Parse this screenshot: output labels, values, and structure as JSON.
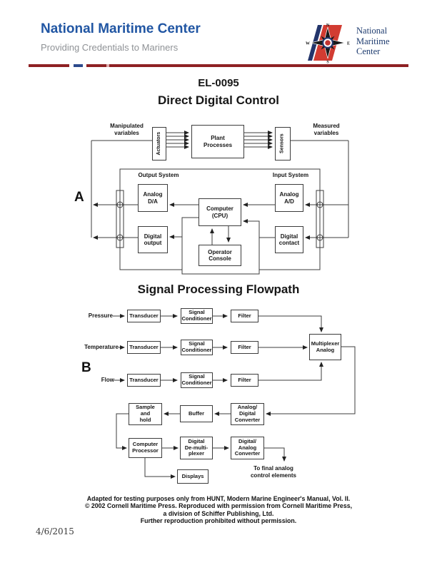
{
  "header": {
    "title": "National Maritime Center",
    "subtitle": "Providing Credentials to Mariners",
    "logo_text": {
      "line1": "National",
      "line2": "Maritime",
      "line3": "Center"
    },
    "compass": {
      "n": "N",
      "s": "S",
      "e": "E",
      "w": "W"
    },
    "colors": {
      "title_blue": "#2156a3",
      "subtitle_gray": "#8f9296",
      "rule_maroon": "#8e2123",
      "rule_blue": "#2c4a8c",
      "logo_red": "#d23c32",
      "logo_navy": "#23356b"
    }
  },
  "document": {
    "code": "EL-0095",
    "section_a_title": "Direct Digital Control",
    "section_b_title": "Signal Processing Flowpath"
  },
  "diagram_a": {
    "label": "A",
    "manipulated_label": "Manipulated\nvariables",
    "measured_label": "Measured\nvariables",
    "actuators": "Actuators",
    "plant": "Plant\nProcesses",
    "sensors": "Sensors",
    "output_system_label": "Output System",
    "input_system_label": "Input System",
    "analog_da": "Analog\nD/A",
    "computer": "Computer\n(CPU)",
    "analog_ad": "Analog\nA/D",
    "digital_output": "Digital\noutput",
    "digital_contact": "Digital\ncontact",
    "operator_console": "Operator\nConsole"
  },
  "diagram_b": {
    "label": "B",
    "rows": [
      {
        "input": "Pressure",
        "transducer": "Transducer",
        "conditioner": "Signal\nConditioner",
        "filter": "Filter"
      },
      {
        "input": "Temperature",
        "transducer": "Transducer",
        "conditioner": "Signal\nConditioner",
        "filter": "Filter"
      },
      {
        "input": "Flow",
        "transducer": "Transducer",
        "conditioner": "Signal\nConditioner",
        "filter": "Filter"
      }
    ],
    "multiplexer": "Multiplexer\nAnalog",
    "sample_hold": "Sample\nand\nhold",
    "buffer": "Buffer",
    "adc": "Analog/\nDigital\nConverter",
    "computer_processor": "Computer\nProcessor",
    "demultiplexer": "Digital\nDe-multi-\nplexer",
    "dac": "Digital/\nAnalog\nConverter",
    "displays": "Displays",
    "final_output_label": "To final analog\ncontrol elements"
  },
  "footer": {
    "line1": "Adapted for testing purposes only from HUNT, Modern Marine Engineer's Manual, Vol. II.",
    "line2": "© 2002 Cornell Maritime Press. Reproduced with permission from Cornell Maritime Press,",
    "line3": "a division of Schiffer Publishing, Ltd.",
    "line4": "Further reproduction prohibited without permission."
  },
  "date": "4/6/2015"
}
